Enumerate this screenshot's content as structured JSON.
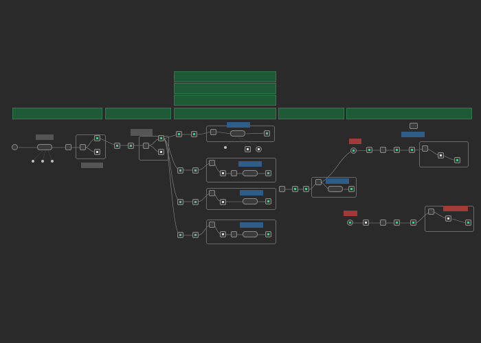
{
  "canvas": {
    "background": "#2a2a2a",
    "accent_node": "#3ddc84",
    "sticky_green": "#1f5a37",
    "note_blue": "#2f5d8a",
    "note_red": "#a33a3a"
  },
  "sticky_notes": [
    {
      "id": "sticky-1",
      "title": ""
    },
    {
      "id": "sticky-2",
      "title": ""
    },
    {
      "id": "sticky-3",
      "title": ""
    },
    {
      "id": "sticky-4",
      "title": ""
    },
    {
      "id": "sticky-5",
      "title": ""
    },
    {
      "id": "sticky-6",
      "title": ""
    },
    {
      "id": "sticky-7",
      "title": ""
    },
    {
      "id": "sticky-8",
      "title": ""
    },
    {
      "id": "sticky-9",
      "title": ""
    }
  ],
  "nodes": {
    "trigger": {
      "icon": "webhook-icon"
    },
    "agent": {
      "icon": "ai-agent-icon"
    },
    "code": {
      "icon": "code-icon"
    },
    "router": {
      "icon": "switch-icon"
    },
    "action": {
      "icon": "app-icon"
    }
  }
}
